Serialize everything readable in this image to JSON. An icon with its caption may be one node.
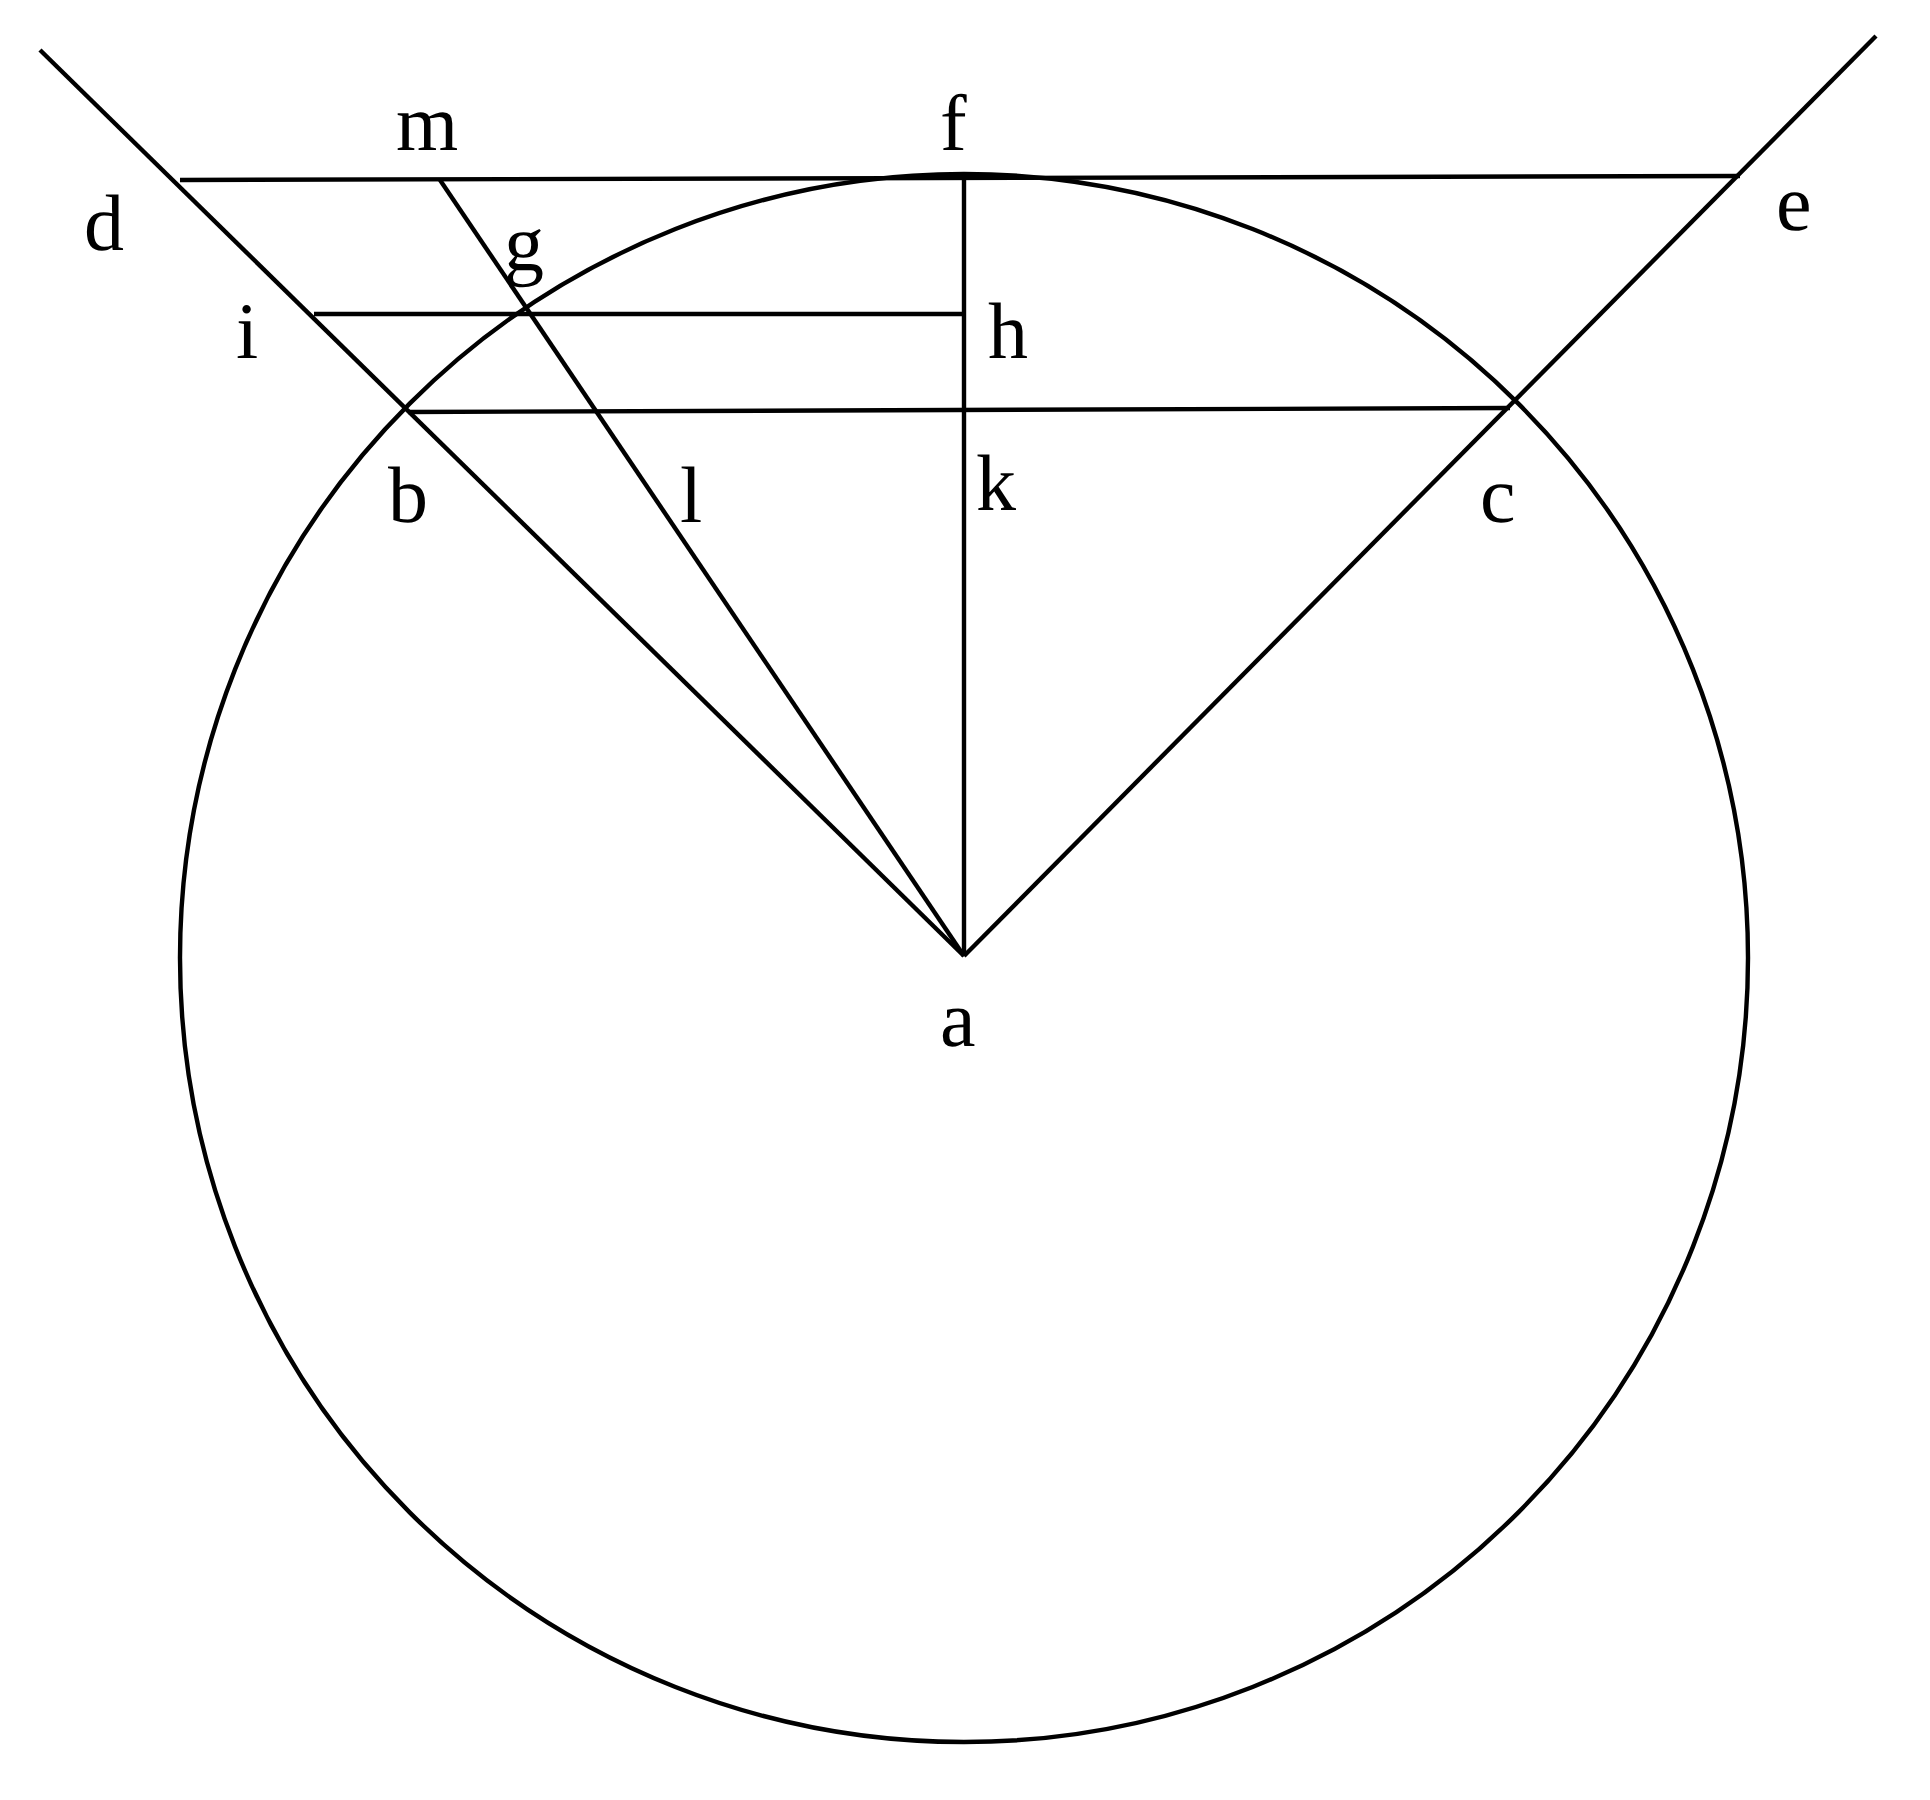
{
  "diagram": {
    "labels": [
      "m",
      "f",
      "d",
      "g",
      "e",
      "i",
      "h",
      "b",
      "l",
      "k",
      "c",
      "a"
    ]
  }
}
